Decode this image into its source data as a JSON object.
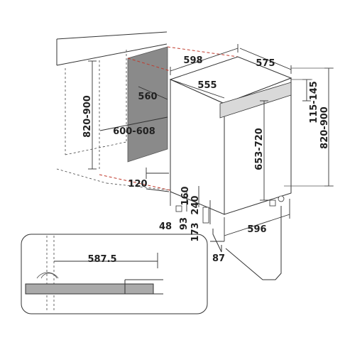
{
  "diagram": {
    "labels": {
      "width_top": "598",
      "depth_top": "575",
      "depth_body": "555",
      "niche_depth": "560",
      "niche_width": "600-608",
      "niche_height": "820-900",
      "body_height": "653-720",
      "worktop_gap": "115-145",
      "total_height": "820-900",
      "plinth_depth": "120",
      "foot_160": "160",
      "foot_240": "240",
      "plinth_93": "93",
      "plinth_173": "173",
      "plinth_48": "48",
      "base_width": "596",
      "foot_87": "87",
      "detail_width": "587.5"
    }
  }
}
